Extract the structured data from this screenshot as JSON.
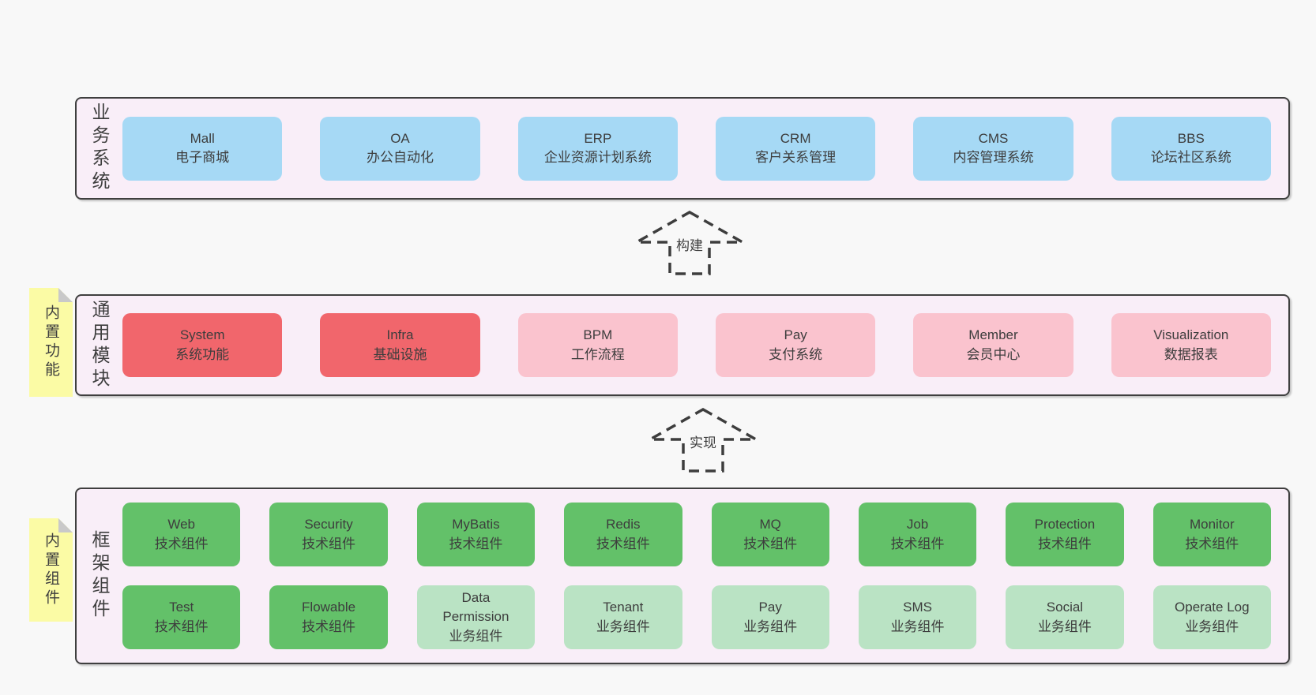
{
  "colors": {
    "page-bg": "#f8f8f8",
    "panel-bg": "#f9eef8",
    "panel-border": "#3f3f3f",
    "box-blue": "#a6d9f5",
    "box-red": "#f1666c",
    "box-pink": "#fac3ce",
    "box-green": "#63c169",
    "box-green-light": "#bae3c4",
    "note-yellow": "#fbfba5",
    "note-fold": "#c9c9c9",
    "text": "#3e3e3e",
    "arrow-color": "#3d3d3d"
  },
  "arrows": [
    {
      "label": "构建"
    },
    {
      "label": "实现"
    }
  ],
  "sections": {
    "business": {
      "label": "业务系统",
      "boxes": [
        {
          "en": "Mall",
          "zh": "电子商城"
        },
        {
          "en": "OA",
          "zh": "办公自动化"
        },
        {
          "en": "ERP",
          "zh": "企业资源计划系统"
        },
        {
          "en": "CRM",
          "zh": "客户关系管理"
        },
        {
          "en": "CMS",
          "zh": "内容管理系统"
        },
        {
          "en": "BBS",
          "zh": "论坛社区系统"
        }
      ]
    },
    "modules": {
      "label": "通用模块",
      "note": "内置功能",
      "boxes": [
        {
          "en": "System",
          "zh": "系统功能"
        },
        {
          "en": "Infra",
          "zh": "基础设施"
        },
        {
          "en": "BPM",
          "zh": "工作流程"
        },
        {
          "en": "Pay",
          "zh": "支付系统"
        },
        {
          "en": "Member",
          "zh": "会员中心"
        },
        {
          "en": "Visualization",
          "zh": "数据报表"
        }
      ]
    },
    "framework": {
      "label": "框架组件",
      "note": "内置组件",
      "rows": [
        [
          {
            "en": "Web",
            "zh": "技术组件"
          },
          {
            "en": "Security",
            "zh": "技术组件"
          },
          {
            "en": "MyBatis",
            "zh": "技术组件"
          },
          {
            "en": "Redis",
            "zh": "技术组件"
          },
          {
            "en": "MQ",
            "zh": "技术组件"
          },
          {
            "en": "Job",
            "zh": "技术组件"
          },
          {
            "en": "Protection",
            "zh": "技术组件"
          },
          {
            "en": "Monitor",
            "zh": "技术组件"
          }
        ],
        [
          {
            "en": "Test",
            "zh": "技术组件"
          },
          {
            "en": "Flowable",
            "zh": "技术组件"
          },
          {
            "en": "Data Permission",
            "zh": "业务组件"
          },
          {
            "en": "Tenant",
            "zh": "业务组件"
          },
          {
            "en": "Pay",
            "zh": "业务组件"
          },
          {
            "en": "SMS",
            "zh": "业务组件"
          },
          {
            "en": "Social",
            "zh": "业务组件"
          },
          {
            "en": "Operate Log",
            "zh": "业务组件"
          }
        ]
      ]
    }
  }
}
